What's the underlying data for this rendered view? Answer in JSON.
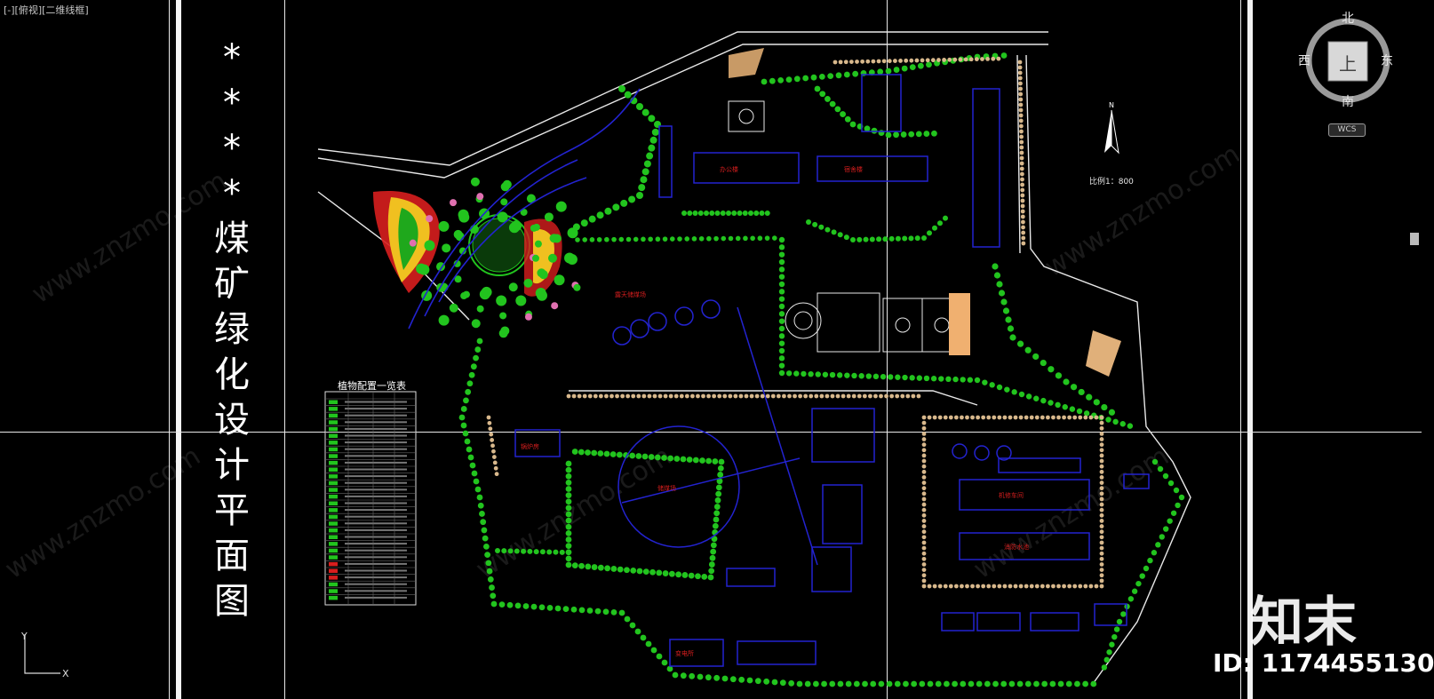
{
  "viewport": {
    "label": "[-][俯视][二维线框]",
    "background": "#000000"
  },
  "drawing": {
    "title_chars": [
      "*",
      "*",
      "*",
      "*",
      "煤",
      "矿",
      "绿",
      "化",
      "设",
      "计",
      "平",
      "面",
      "图"
    ],
    "scale_text": "比例1：800",
    "north_label": "N",
    "legend_title": "植物配置一览表",
    "building_labels": {
      "office": "办公楼",
      "dorm": "宿舍楼",
      "boiler": "锅炉房",
      "warehouse": "机修车间",
      "substation": "变电所",
      "coal_yard": "储煤场",
      "pool": "消防水池",
      "yard": "露天储煤场"
    },
    "colors": {
      "tree_green": "#22c41e",
      "building_blue": "#2323d0",
      "path_white": "#e8e8e8",
      "soil_tan": "#d8b88c",
      "flower_red": "#d81e1e",
      "flower_yellow": "#f0c020"
    }
  },
  "viewcube": {
    "north": "北",
    "south": "南",
    "west": "西",
    "east": "东",
    "top_face": "上",
    "wcs_label": "WCS"
  },
  "ucs": {
    "y_label": "Y",
    "x_label": "X"
  },
  "watermark": {
    "brand": "知末",
    "id_text": "ID: 1174455130",
    "url": "www.znzmo.com"
  }
}
